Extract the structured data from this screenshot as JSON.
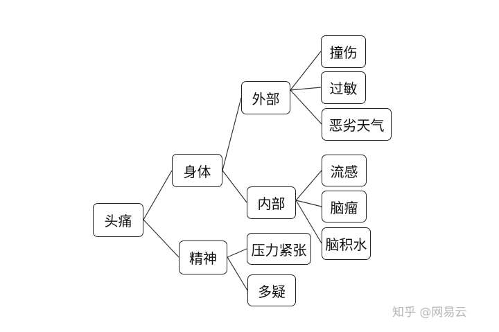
{
  "diagram": {
    "nodes": {
      "root": "头痛",
      "body": "身体",
      "mind": "精神",
      "external": "外部",
      "internal": "内部",
      "stress": "压力紧张",
      "suspicion": "多疑",
      "injury": "撞伤",
      "allergy": "过敏",
      "bad_weather": "恶劣天气",
      "flu": "流感",
      "brain_tumor": "脑瘤",
      "hydrocephalus": "脑积水"
    },
    "edges": [
      [
        "root",
        "body"
      ],
      [
        "root",
        "mind"
      ],
      [
        "body",
        "external"
      ],
      [
        "body",
        "internal"
      ],
      [
        "mind",
        "stress"
      ],
      [
        "mind",
        "suspicion"
      ],
      [
        "external",
        "injury"
      ],
      [
        "external",
        "allergy"
      ],
      [
        "external",
        "bad_weather"
      ],
      [
        "internal",
        "flu"
      ],
      [
        "internal",
        "brain_tumor"
      ],
      [
        "internal",
        "hydrocephalus"
      ]
    ]
  },
  "watermark": "知乎 @网易云"
}
